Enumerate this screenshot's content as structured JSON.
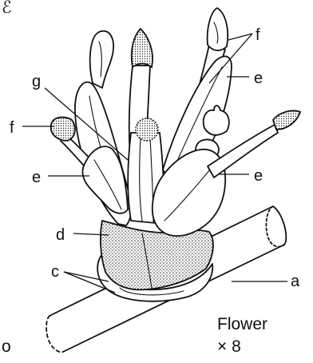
{
  "labels": {
    "a": "a",
    "c": "c",
    "d": "d",
    "e_left": "e",
    "e_right": "e",
    "e_top": "e",
    "f_left": "f",
    "f_top": "f",
    "g": "g"
  },
  "caption": {
    "line1": "Flower",
    "line2": "× 8"
  },
  "corner_marks": {
    "top_left": "ℰ",
    "bottom_left": "o"
  }
}
